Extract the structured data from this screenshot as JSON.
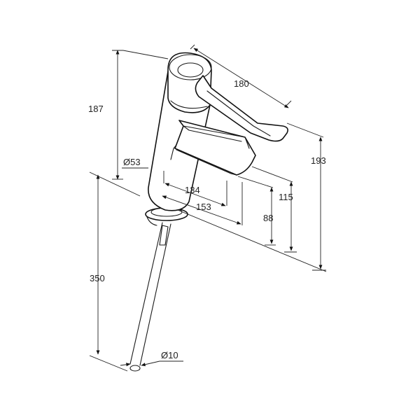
{
  "drawing": {
    "dimensions": {
      "width_lever": "180",
      "height_body": "187",
      "height_total": "193",
      "diameter_body": "Ø53",
      "projection_spout": "134",
      "projection_total": "153",
      "height_spout": "115",
      "height_outlet": "88",
      "length_supply": "350",
      "diameter_supply": "Ø10"
    },
    "colors": {
      "line": "#1a1a1a",
      "background": "#ffffff"
    }
  }
}
